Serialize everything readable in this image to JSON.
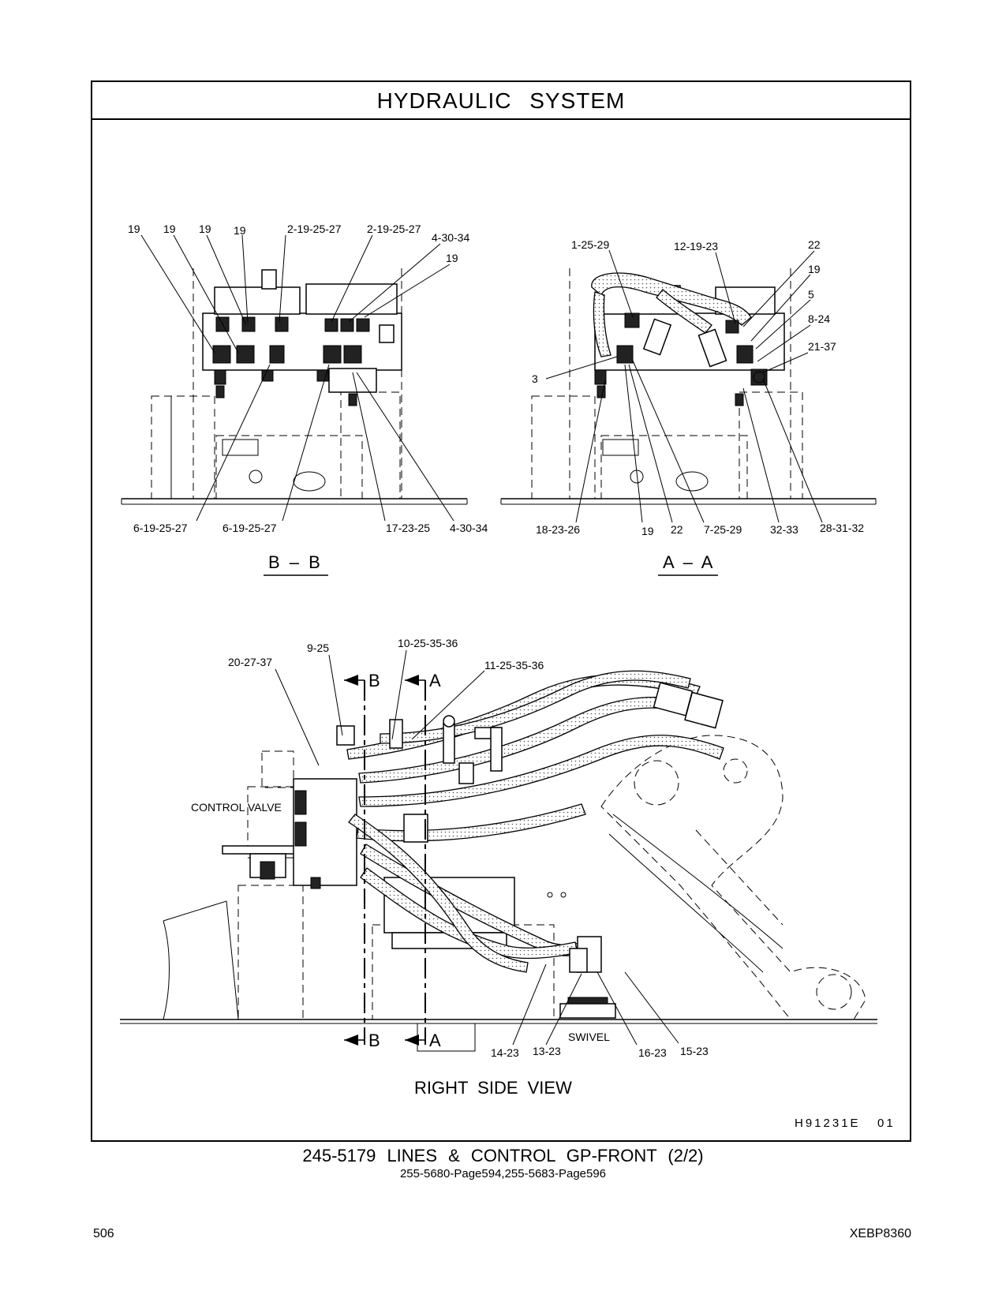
{
  "header": {
    "title": "HYDRAULIC  SYSTEM"
  },
  "views": {
    "bb": {
      "label": "B – B",
      "callouts_top": [
        "19",
        "19",
        "19",
        "19",
        "2-19-25-27",
        "2-19-25-27",
        "4-30-34",
        "19"
      ],
      "callouts_bottom": [
        "6-19-25-27",
        "6-19-25-27",
        "17-23-25",
        "4-30-34"
      ]
    },
    "aa": {
      "label": "A – A",
      "callouts_top": [
        "1-25-29",
        "12-19-23",
        "22",
        "19",
        "5",
        "8-24",
        "21-37",
        "3"
      ],
      "callouts_bottom": [
        "18-23-26",
        "19",
        "22",
        "7-25-29",
        "32-33",
        "28-31-32"
      ]
    },
    "side": {
      "label": "RIGHT  SIDE  VIEW",
      "callouts": [
        "20-27-37",
        "9-25",
        "10-25-35-36",
        "11-25-35-36",
        "14-23",
        "13-23",
        "16-23",
        "15-23"
      ],
      "control_valve_label": "CONTROL  VALVE",
      "swivel_label": "SWIVEL",
      "section_b": "B",
      "section_a": "A"
    }
  },
  "drawing_id": "H91231E   01",
  "caption": {
    "main": "245-5179  LINES  &  CONTROL  GP-FRONT (2/2)",
    "sub": "255-5680-Page594,255-5683-Page596"
  },
  "footer": {
    "page_number": "506",
    "document_code": "XEBP8360"
  }
}
